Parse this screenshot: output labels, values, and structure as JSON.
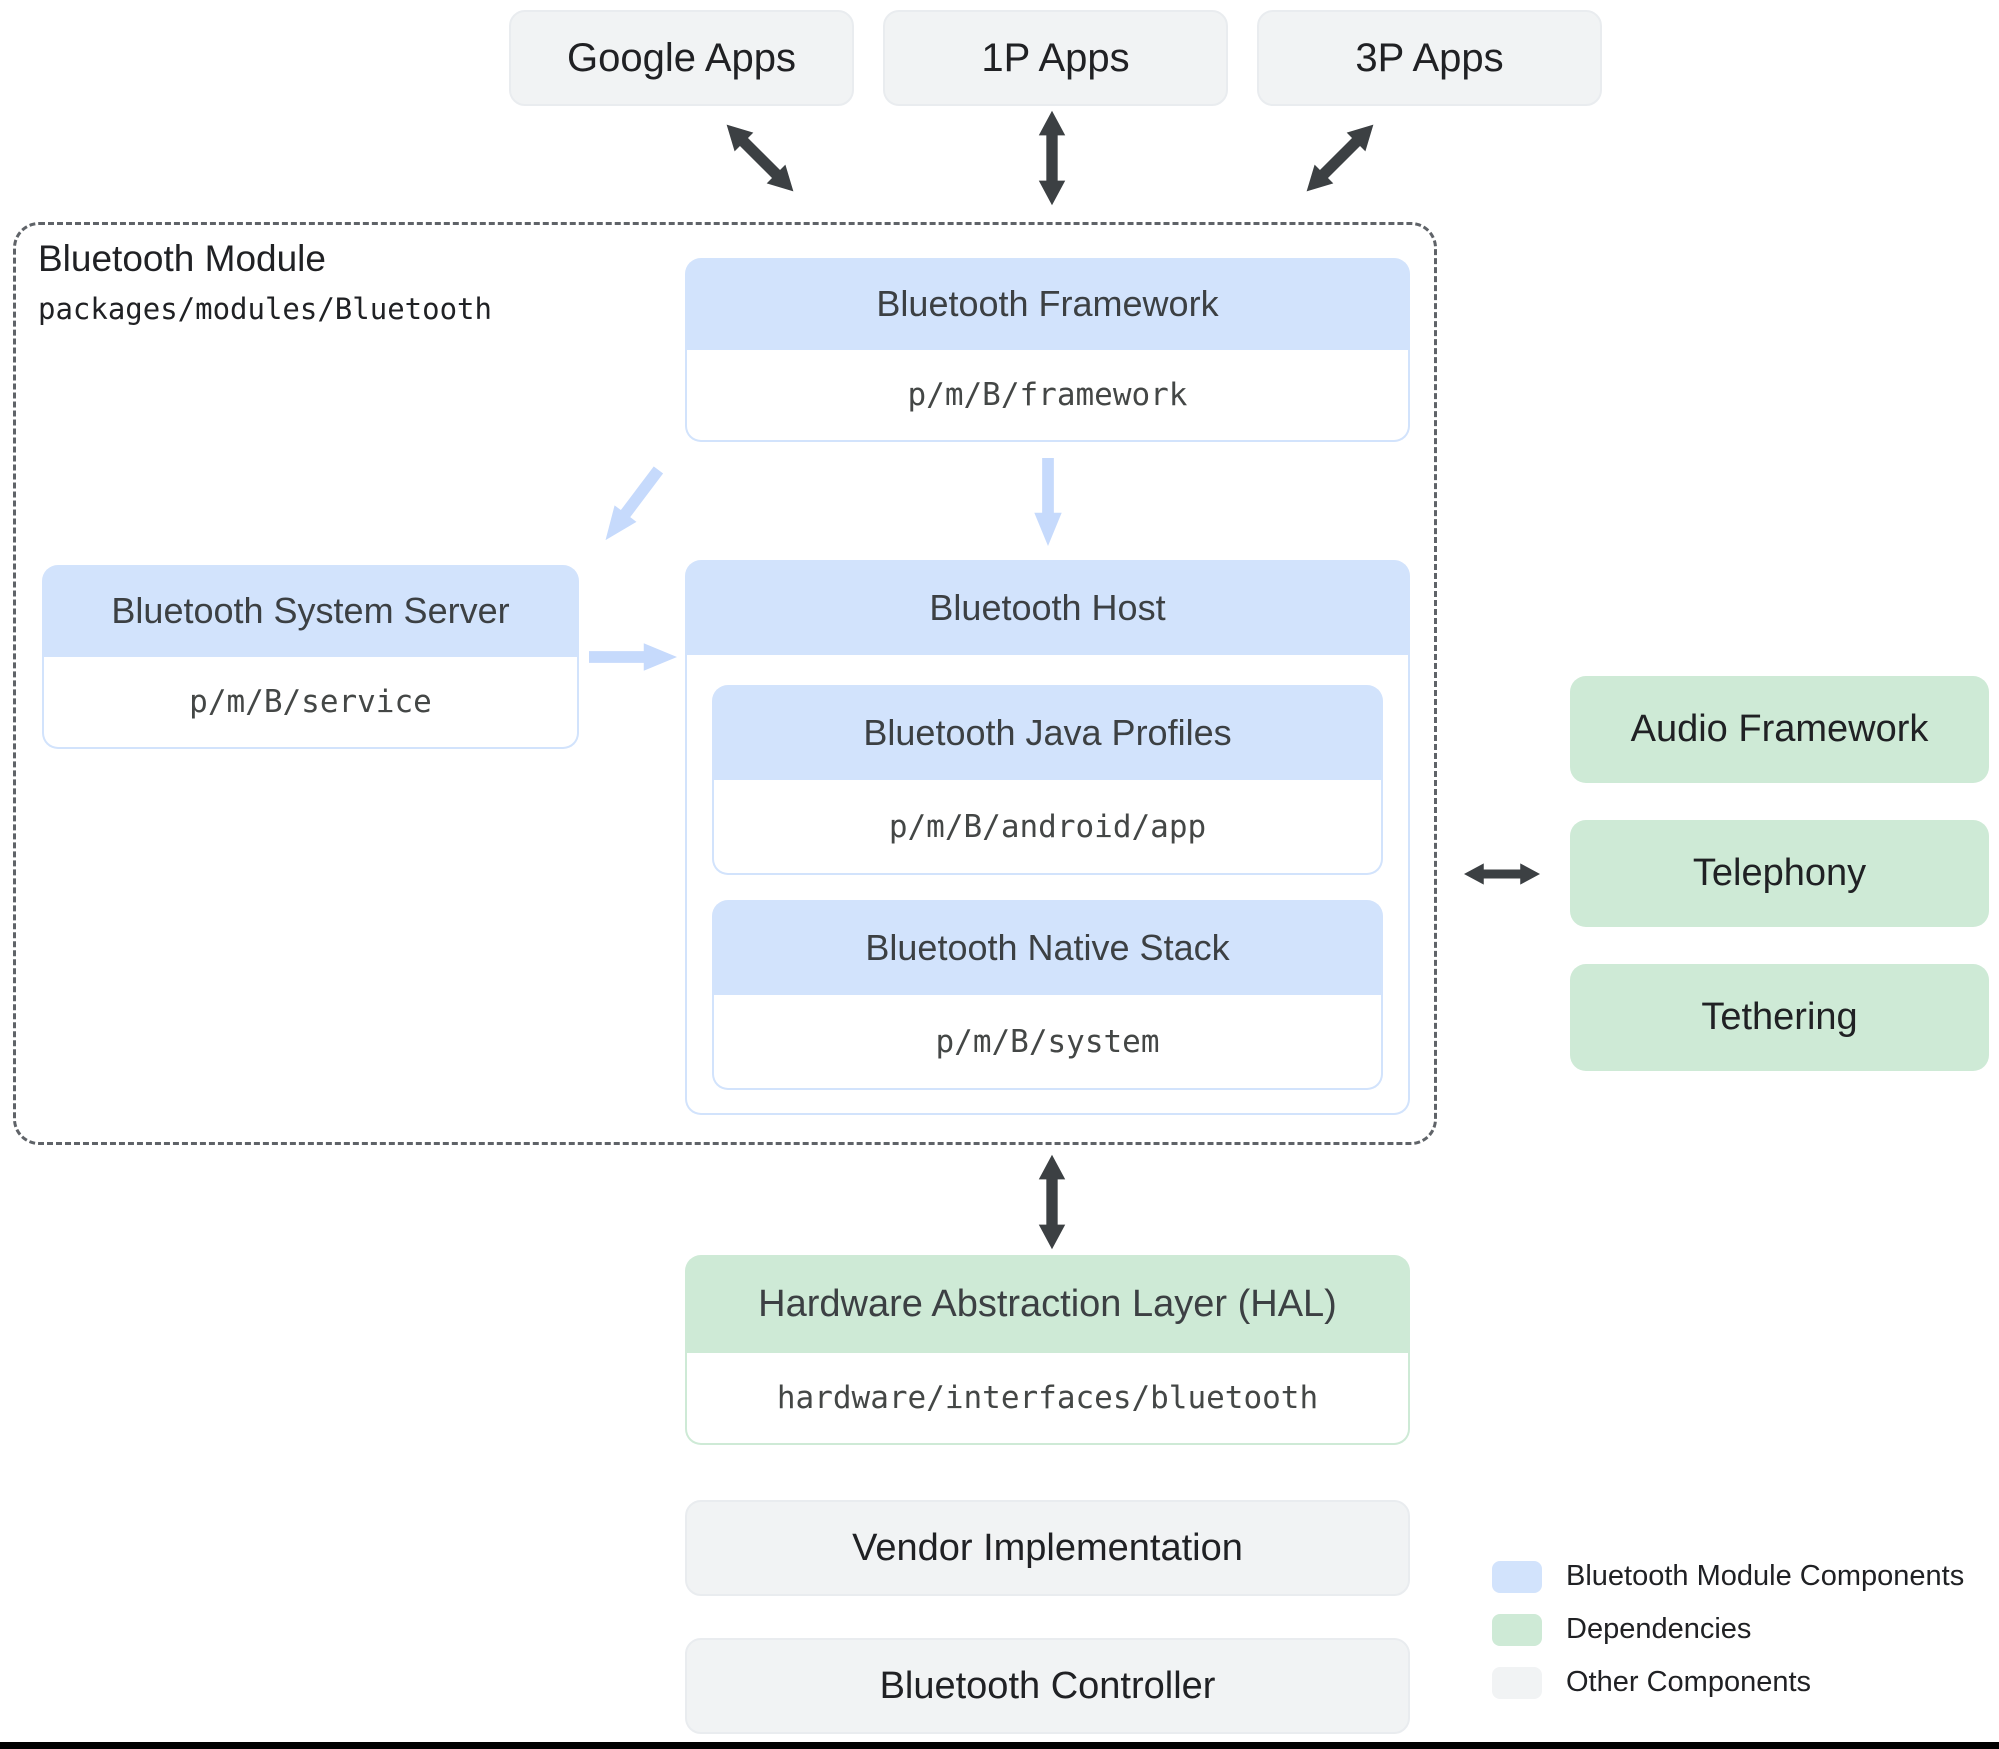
{
  "palette": {
    "module_component_fill": "#d2e3fc",
    "dependency_fill": "#ceead6",
    "other_component_fill": "#f1f3f4",
    "dark_arrow": "#3c4043",
    "light_arrow": "#c6dafc",
    "dashed_border": "#5f6368"
  },
  "top_apps": [
    {
      "label": "Google Apps"
    },
    {
      "label": "1P Apps"
    },
    {
      "label": "3P Apps"
    }
  ],
  "module": {
    "title": "Bluetooth Module",
    "path": "packages/modules/Bluetooth",
    "framework": {
      "title": "Bluetooth Framework",
      "path": "p/m/B/framework"
    },
    "system_server": {
      "title": "Bluetooth System Server",
      "path": "p/m/B/service"
    },
    "host": {
      "title": "Bluetooth Host",
      "java_profiles": {
        "title": "Bluetooth Java Profiles",
        "path": "p/m/B/android/app"
      },
      "native_stack": {
        "title": "Bluetooth Native Stack",
        "path": "p/m/B/system"
      }
    }
  },
  "dependencies": [
    {
      "label": "Audio Framework"
    },
    {
      "label": "Telephony"
    },
    {
      "label": "Tethering"
    }
  ],
  "hal": {
    "title": "Hardware Abstraction Layer (HAL)",
    "path": "hardware/interfaces/bluetooth"
  },
  "bottom_components": [
    {
      "label": "Vendor Implementation"
    },
    {
      "label": "Bluetooth Controller"
    }
  ],
  "legend": [
    {
      "label": "Bluetooth Module Components",
      "color": "#d2e3fc"
    },
    {
      "label": "Dependencies",
      "color": "#ceead6"
    },
    {
      "label": "Other Components",
      "color": "#f1f3f4"
    }
  ]
}
